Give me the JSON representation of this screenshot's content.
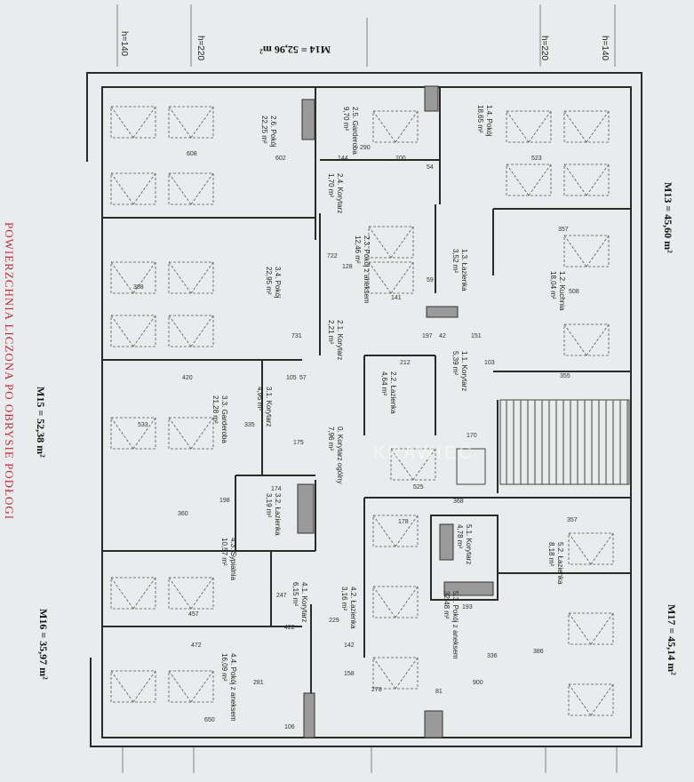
{
  "side_note": "POWIERZCHNIA LICZONA PO OBRYSIE PODŁOGI",
  "heights": [
    "h=140",
    "h=220",
    "h=220",
    "h=140"
  ],
  "apartments": {
    "m14": "M14 = 52,96 m²",
    "m13": "M13 = 45,60 m²",
    "m15": "M15 = 52,38 m²",
    "m16": "M16 = 35,97 m²",
    "m17": "M17 = 45,14 m²"
  },
  "rooms": [
    {
      "name": "2.6. Pokój",
      "area": "22,25 m²"
    },
    {
      "name": "2.5. Garderoba",
      "area": "9,70 m²"
    },
    {
      "name": "1.4. Pokój",
      "area": "18,65 m²"
    },
    {
      "name": "2.4. Korytarz",
      "area": "1,70 m²"
    },
    {
      "name": "2.3. Pokój z aneksem",
      "area": "12,46 m²"
    },
    {
      "name": "1.3. Łazienka",
      "area": "3,52 m²"
    },
    {
      "name": "3.4. Pokój",
      "area": "22,95 m²"
    },
    {
      "name": "1.2. Kuchnia",
      "area": "18,04 m²"
    },
    {
      "name": "2.1. Korytarz",
      "area": "2,21 m²"
    },
    {
      "name": "1.1. Korytarz",
      "area": "5,39 m²"
    },
    {
      "name": "2.2. Łazienka",
      "area": "4,64 m²"
    },
    {
      "name": "3.3. Garderoba",
      "area": "21,28 m²"
    },
    {
      "name": "3.1. Korytarz",
      "area": "4,95 m²"
    },
    {
      "name": "0. Korytarz ogólny",
      "area": "7,96 m²"
    },
    {
      "name": "3.2. Łazienka",
      "area": "3,19 m²"
    },
    {
      "name": "5.1. Korytarz",
      "area": "4,78 m²"
    },
    {
      "name": "5.2. Łazienka",
      "area": "8,18 m²"
    },
    {
      "name": "4.3. Sypialnia",
      "area": "10,57 m²"
    },
    {
      "name": "4.1. Korytarz",
      "area": "6,15 m²"
    },
    {
      "name": "4.2. Łazienka",
      "area": "3,16 m²"
    },
    {
      "name": "5.3. Pokój z aneksem",
      "area": "32,48 m²"
    },
    {
      "name": "4.4. Pokój z aneksem",
      "area": "16,09 m²"
    }
  ],
  "dimensions": [
    "608",
    "602",
    "290",
    "144",
    "200",
    "523",
    "357",
    "731",
    "197",
    "420",
    "105",
    "57",
    "212",
    "355",
    "103",
    "170",
    "525",
    "360",
    "174",
    "368",
    "178",
    "357",
    "193",
    "457",
    "472",
    "142",
    "158",
    "278",
    "81",
    "650",
    "900",
    "722",
    "388",
    "533",
    "508",
    "335",
    "175",
    "198",
    "247",
    "422",
    "281",
    "229",
    "386",
    "336",
    "106",
    "128",
    "141",
    "151",
    "42",
    "59",
    "54"
  ],
  "watermark": "KRAWIEC"
}
